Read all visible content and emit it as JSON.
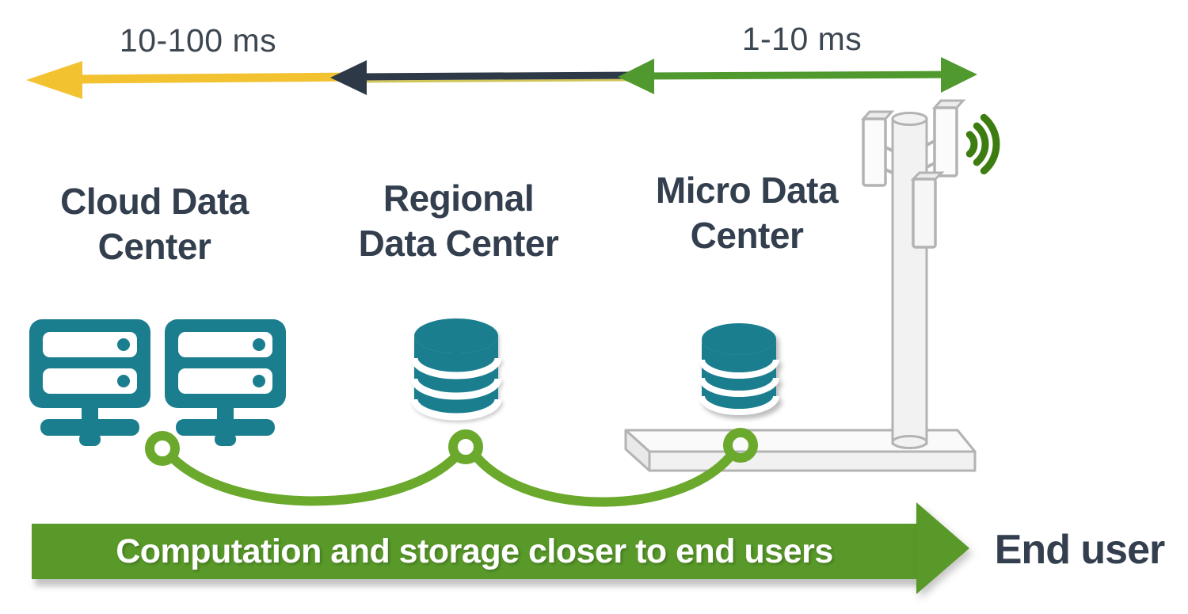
{
  "colors": {
    "teal": "#1b7e8f",
    "navy": "#333f4e",
    "slate": "#3d4752",
    "yellow": "#f2c230",
    "dark_arrow": "#2e3947",
    "green_arrow": "#4f992e",
    "green_curve": "#6aa92c",
    "green_banner": "#589929",
    "green_signal": "#3d7c10",
    "gray_stroke": "#b3b3b3"
  },
  "latency_labels": {
    "wan": "10-100 ms",
    "edge": "1-10 ms"
  },
  "tiers": {
    "cloud": {
      "line1": "Cloud Data",
      "line2": "Center",
      "icon": "server-rack-icon"
    },
    "regional": {
      "line1": "Regional",
      "line2": "Data Center",
      "icon": "database-icon"
    },
    "micro": {
      "line1": "Micro Data",
      "line2": "Center",
      "icon": "database-icon"
    }
  },
  "banner": {
    "label": "Computation and storage closer to end users"
  },
  "end_user": {
    "label": "End user"
  },
  "decorations": {
    "tower": "cell-tower-icon",
    "signal": "radio-signal-icon",
    "cable": "looping-cable-icon",
    "platform": "platform-slab"
  }
}
